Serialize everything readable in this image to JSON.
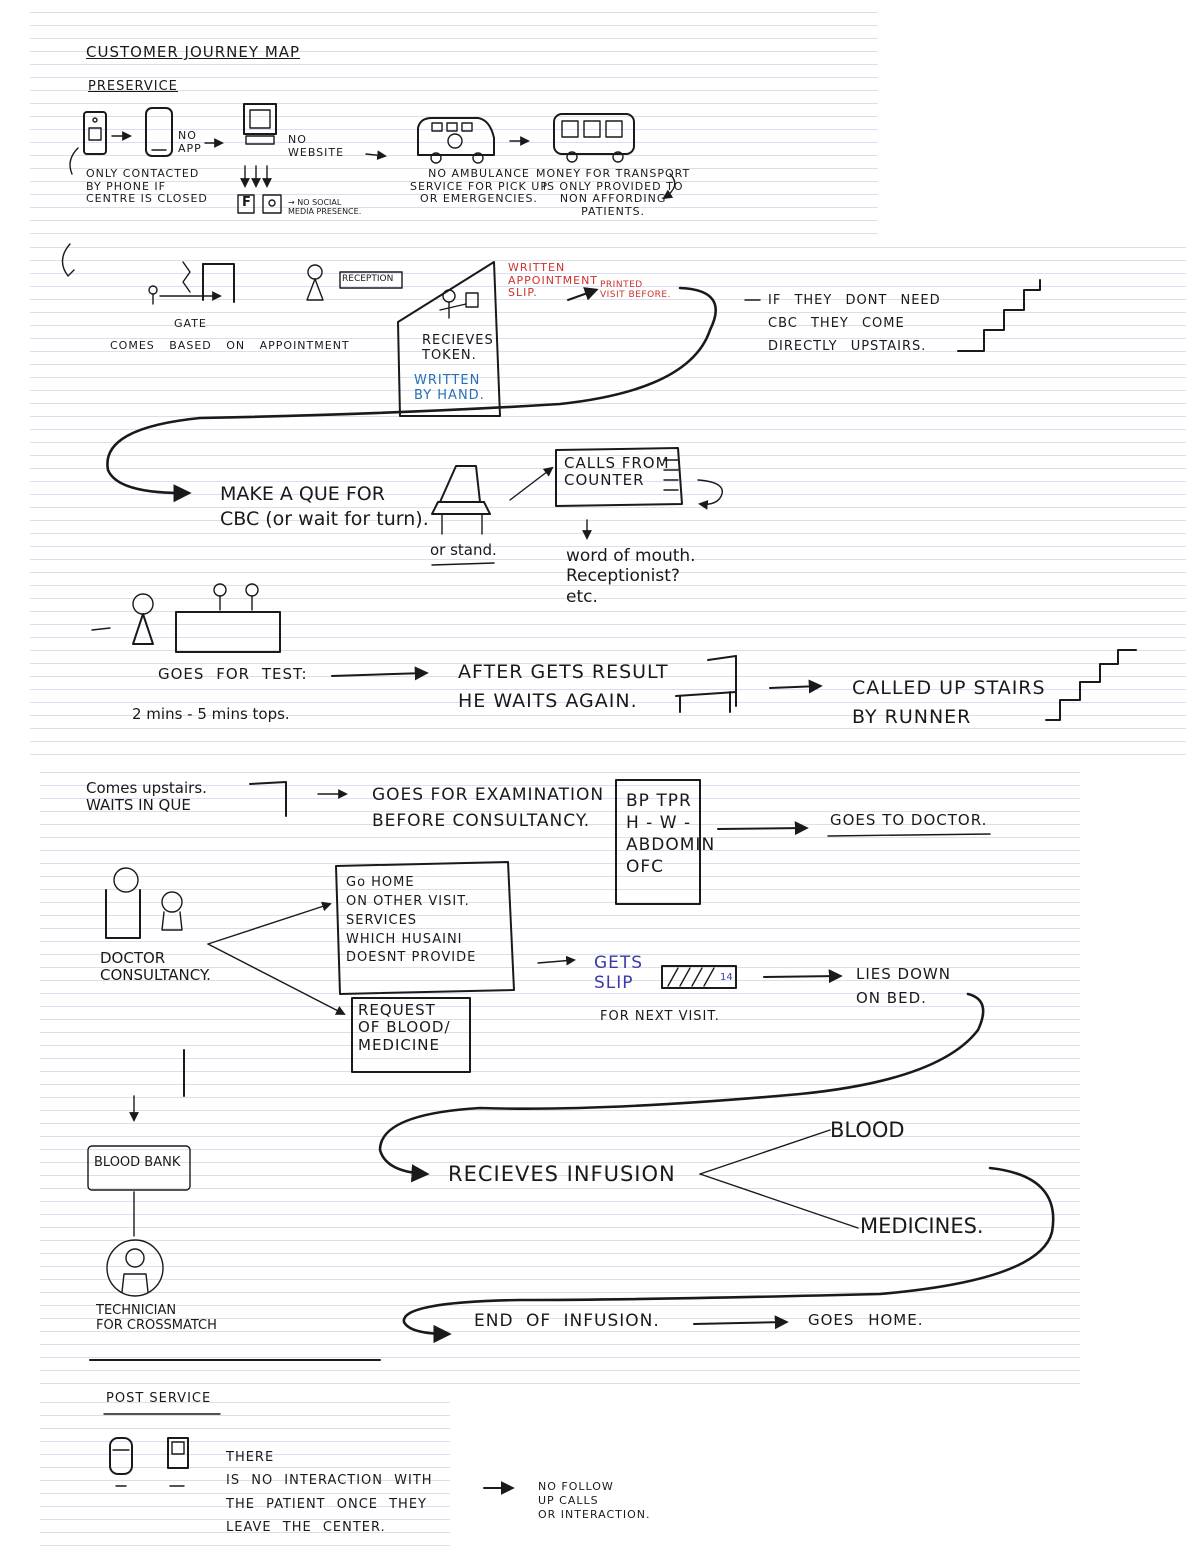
{
  "title": "CUSTOMER JOURNEY MAP",
  "colors": {
    "ink": "#1a1a1a",
    "red": "#d0312d",
    "blue": "#2a6fb5",
    "purple": "#3a3aa8",
    "ruling": "#d8e0ee"
  },
  "preservice": {
    "heading": "PRESERVICE",
    "no_app": "NO\nAPP",
    "phone_note": "ONLY CONTACTED\nBY PHONE IF\nCENTRE IS CLOSED",
    "no_website": "NO\nWEBSITE",
    "no_social": "→ NO SOCIAL\nMEDIA PRESENCE.",
    "facebook_letter": "F",
    "ambulance_note": "NO AMBULANCE\nSERVICE FOR PICK UP\nOR EMERGENCIES.",
    "transport_note": "MONEY FOR TRANSPORT\nIS ONLY PROVIDED TO\nNON AFFORDING\nPATIENTS."
  },
  "arrival": {
    "reception_label": "RECEPTION",
    "gate_label": "GATE",
    "appointment_note": "COMES BASED ON APPOINTMENT",
    "written_appointment": "WRITTEN\nAPPOINTMENT\nSLIP.",
    "printed_note": "PRINTED\nVISIT BEFORE.",
    "token_note": "RECIEVES\nTOKEN.",
    "written_by_hand": "WRITTEN\nBY HAND.",
    "no_cbc_note": "IF THEY DONT NEED\nCBC THEY COME\nDIRECTLY UPSTAIRS."
  },
  "cbc": {
    "queue_note": "MAKE A QUE FOR\nCBC (or wait for turn).",
    "or_stand": "or stand.",
    "calls_counter": "CALLS FROM\nCOUNTER",
    "word_of_mouth": "word of mouth.\nReceptionist?\netc.",
    "goes_for_test": "GOES FOR TEST:",
    "test_duration": "2 mins - 5 mins tops.",
    "after_result": "AFTER GETS RESULT\nHE WAITS AGAIN.",
    "called_upstairs": "CALLED UP STAIRS\nBY RUNNER"
  },
  "upstairs": {
    "comes_upstairs": "Comes upstairs.\nWAITS IN QUE",
    "examination": "GOES FOR EXAMINATION\nBEFORE CONSULTANCY.",
    "vitals": "BP TPR\nH - W -\nABDOMIN\nOFC",
    "goes_to_doctor": "GOES TO DOCTOR.",
    "doctor_label": "DOCTOR\nCONSULTANCY.",
    "go_home_box": "Go HOME\nON OTHER VISIT.\nSERVICES\nWHICH HUSAINI\nDOESNT PROVIDE",
    "request_box": "REQUEST\nOF BLOOD/\nMEDICINE",
    "gets_slip": "GETS\nSLIP",
    "slip_number": "14",
    "next_visit": "FOR NEXT VISIT.",
    "lies_down": "LIES DOWN\nON BED.",
    "blood_bank": "BLOOD BANK",
    "technician": "TECHNICIAN\nFOR CROSSMATCH",
    "receives_infusion": "RECIEVES INFUSION",
    "blood": "BLOOD",
    "medicines": "MEDICINES.",
    "end_infusion": "END OF INFUSION.",
    "goes_home": "GOES HOME."
  },
  "postservice": {
    "heading": "POST SERVICE",
    "no_interaction": "THERE\nIS NO INTERACTION WITH\nTHE PATIENT ONCE THEY\nLEAVE THE CENTER.",
    "no_follow_up": "NO FOLLOW\nUP CALLS\nOR INTERACTION."
  }
}
